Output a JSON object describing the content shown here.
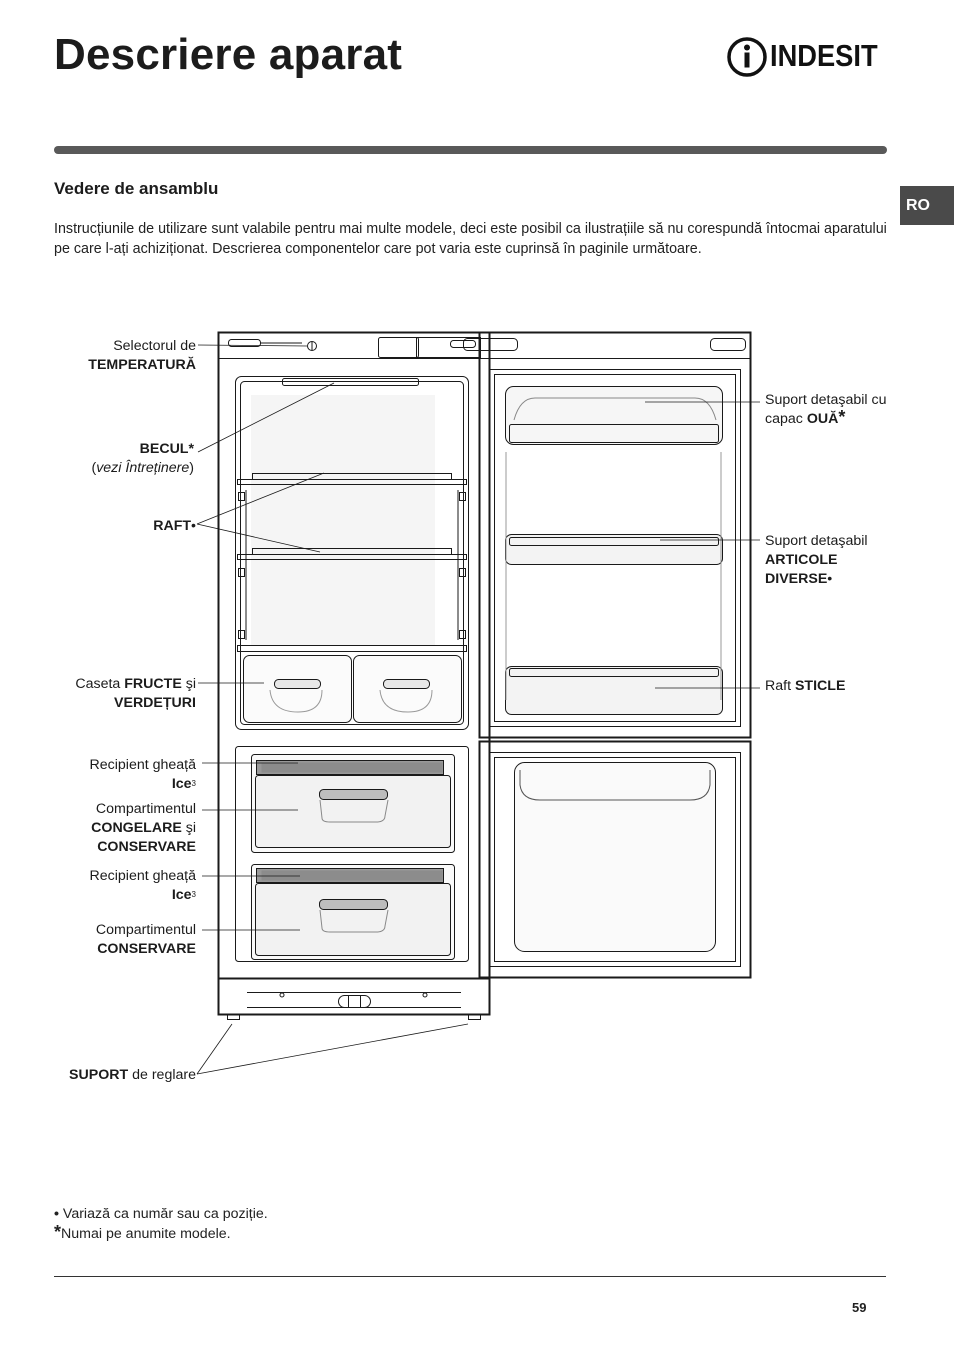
{
  "page": {
    "title": "Descriere aparat",
    "brand": "indesit",
    "lang_tab": "RO",
    "section_heading": "Vedere de ansamblu",
    "intro": "Instrucțiunile de utilizare sunt valabile pentru mai multe modele, deci este posibil ca ilustrațiile să nu corespundă întocmai aparatului pe care l-ați achiziționat. Descrierea componentelor care pot varia este cuprinsă în paginile următoare.",
    "page_number": "59"
  },
  "labels": {
    "selector": {
      "line1": "Selectorul de",
      "bold": "TEMPERATURĂ"
    },
    "becul": {
      "bold": "BECUL*",
      "open": "(",
      "italic": "vezi Întreținere",
      "close": ")"
    },
    "raft": {
      "bold": "RAFT",
      "mark": "•"
    },
    "caseta": {
      "pre": "Caseta ",
      "bold1": "FRUCTE",
      "mid": " şi",
      "bold2": "VERDEȚURI"
    },
    "ice1": {
      "line1": "Recipient gheață",
      "bold": "Ice",
      "sup": "3"
    },
    "congelare": {
      "line1": "Compartimentul",
      "bold1": "CONGELARE",
      "mid": " şi",
      "bold2": "CONSERVARE"
    },
    "ice2": {
      "line1": "Recipient gheață",
      "bold": "Ice",
      "sup": "3"
    },
    "conservare": {
      "line1": "Compartimentul",
      "bold": "CONSERVARE"
    },
    "suport_reglare": {
      "bold": "SUPORT",
      "rest": " de reglare"
    },
    "suport_oua": {
      "line1": "Suport detaşabil cu",
      "pre": "capac ",
      "bold": "OUĂ",
      "star": "*"
    },
    "suport_articole": {
      "line1": "Suport detaşabil",
      "bold1": "ARTICOLE",
      "bold2": "DIVERSE",
      "mark": "•"
    },
    "raft_sticle": {
      "pre": "Raft ",
      "bold": "STICLE"
    }
  },
  "footnotes": {
    "bullet_mark": "•",
    "bullet_text": " Variază ca număr sau ca poziție.",
    "star_mark": "*",
    "star_text": "Numai pe anumite modele."
  }
}
